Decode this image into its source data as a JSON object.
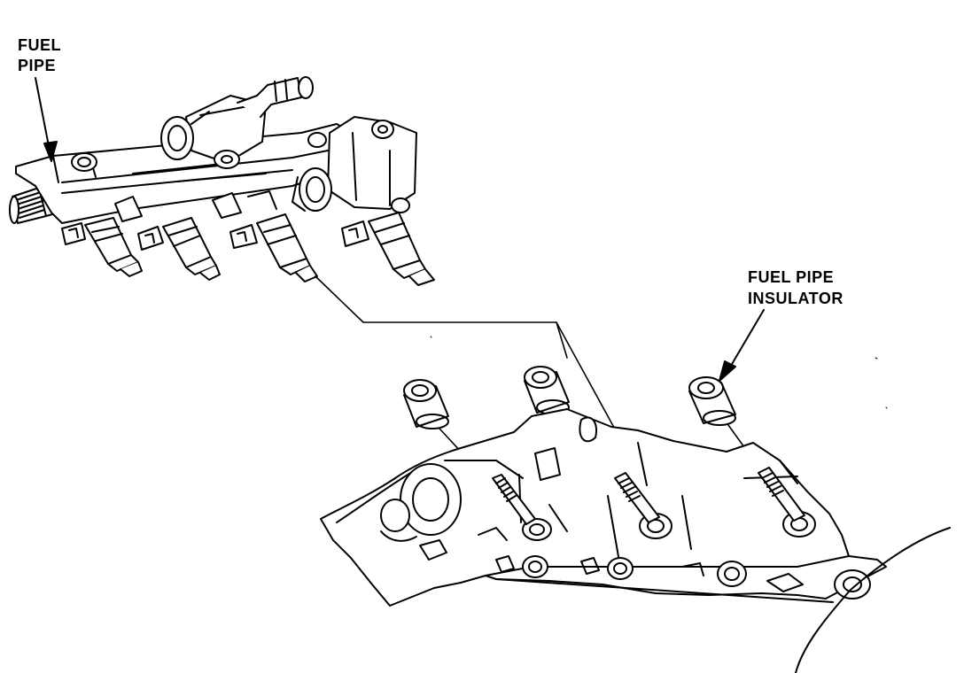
{
  "labels": {
    "fuel_pipe": [
      "FUEL",
      "PIPE"
    ],
    "fuel_pipe_insulator": [
      "FUEL PIPE",
      "INSULATOR"
    ]
  },
  "colors": {
    "ink": "#000000",
    "paper": "#ffffff"
  }
}
